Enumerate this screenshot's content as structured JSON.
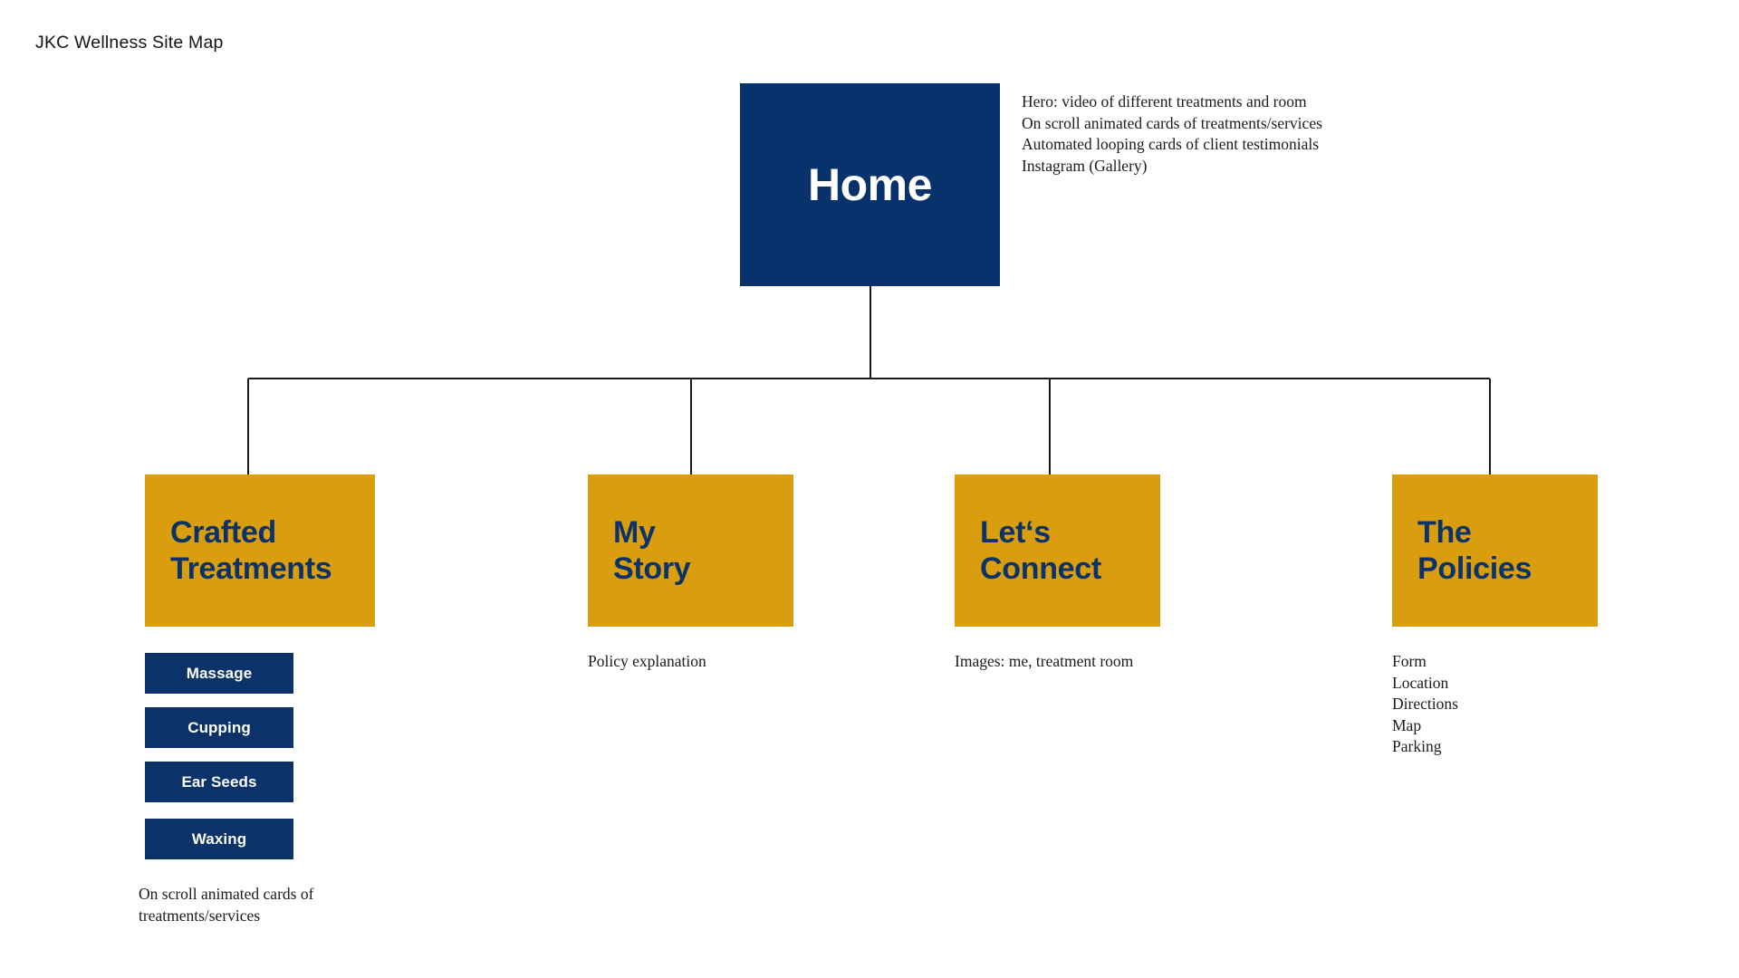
{
  "page": {
    "title": "JKC Wellness Site Map",
    "background": "#FFFFFF"
  },
  "colors": {
    "navy": "#0B3369",
    "home_navy": "#08326B",
    "gold": "#D99D0D",
    "text_dark": "#1C1C1C",
    "connector": "#1A1A1A"
  },
  "nodes": {
    "home": {
      "label": "Home",
      "note": "Hero: video of different treatments and room\nOn scroll animated cards of treatments/services\nAutomated looping cards of client testimonials\nInstagram (Gallery)"
    },
    "crafted_treatments": {
      "label": "Crafted\nTreatments",
      "note": "On scroll animated cards of\ntreatments/services",
      "children": [
        {
          "label": "Massage"
        },
        {
          "label": "Cupping"
        },
        {
          "label": "Ear Seeds"
        },
        {
          "label": "Waxing"
        }
      ]
    },
    "my_story": {
      "label": "My\nStory",
      "note": "Policy explanation"
    },
    "lets_connect": {
      "label": "Let‘s\nConnect",
      "note": "Images: me, treatment room"
    },
    "the_policies": {
      "label": "The\nPolicies",
      "note": "Form\nLocation\nDirections\nMap\nParking"
    }
  }
}
